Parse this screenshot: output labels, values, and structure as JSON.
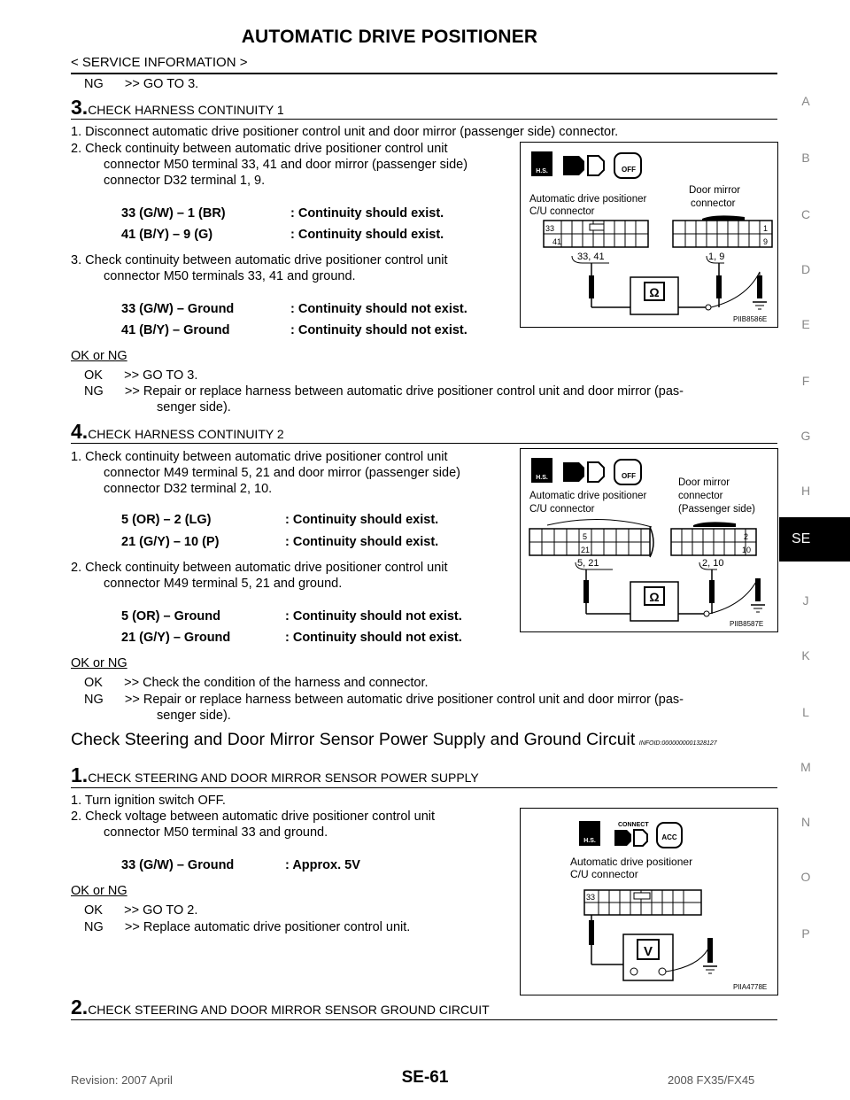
{
  "header": {
    "title": "AUTOMATIC DRIVE POSITIONER",
    "breadcrumb": "< SERVICE INFORMATION >"
  },
  "side_index": [
    "A",
    "B",
    "C",
    "D",
    "E",
    "F",
    "G",
    "H",
    "SE",
    "J",
    "K",
    "L",
    "M",
    "N",
    "O",
    "P"
  ],
  "side_active": "SE",
  "intro_ng": "NG      >> GO TO 3.",
  "step3": {
    "num": "3.",
    "title": "CHECK HARNESS CONTINUITY 1",
    "p1": "1.  Disconnect automatic drive positioner control unit and door mirror (passenger side) connector.",
    "p2a": "2.  Check continuity between automatic drive positioner control unit",
    "p2b": "connector M50 terminal 33, 41 and door mirror (passenger side)",
    "p2c": "connector D32 terminal 1, 9.",
    "spec1": [
      {
        "left": "33 (G/W) – 1 (BR)",
        "right": ": Continuity should exist."
      },
      {
        "left": "41 (B/Y) – 9 (G)",
        "right": ": Continuity should exist."
      }
    ],
    "p3a": "3.  Check continuity between automatic drive positioner control unit",
    "p3b": "connector M50 terminals 33, 41 and ground.",
    "spec2": [
      {
        "left": "33 (G/W) – Ground",
        "right": ": Continuity should not exist."
      },
      {
        "left": "41 (B/Y) – Ground",
        "right": ": Continuity should not exist."
      }
    ],
    "okng": "OK or NG",
    "ok": "OK      >> GO TO 3.",
    "ng1": "NG      >> Repair or replace harness between automatic drive positioner control unit and door mirror (pas-",
    "ng2": "senger side).",
    "fig": {
      "left_label1": "Automatic drive positioner",
      "left_label2": "C/U connector",
      "right_label1": "Door mirror",
      "right_label2": "connector",
      "pin_a": "33",
      "pin_b": "41",
      "pin_c": "1",
      "pin_d": "9",
      "lead_left": "33, 41",
      "lead_right": "1, 9",
      "meter": "Ω",
      "code": "PIIB8586E"
    }
  },
  "step4": {
    "num": "4.",
    "title": "CHECK HARNESS CONTINUITY 2",
    "p1a": "1.  Check continuity between automatic drive positioner control unit",
    "p1b": "connector M49 terminal 5, 21 and door mirror (passenger side)",
    "p1c": "connector D32 terminal 2, 10.",
    "spec1": [
      {
        "left": "5 (OR) – 2 (LG)",
        "right": ": Continuity should exist."
      },
      {
        "left": "21 (G/Y) – 10 (P)",
        "right": ": Continuity should exist."
      }
    ],
    "p2a": "2.  Check continuity between automatic drive positioner control unit",
    "p2b": "connector M49 terminal 5, 21 and ground.",
    "spec2": [
      {
        "left": "5 (OR) – Ground",
        "right": ": Continuity should not exist."
      },
      {
        "left": "21 (G/Y) – Ground",
        "right": ": Continuity should not exist."
      }
    ],
    "okng": "OK or NG",
    "ok": "OK      >> Check the condition of the harness and connector.",
    "ng1": "NG      >> Repair or replace harness between automatic drive positioner control unit and door mirror (pas-",
    "ng2": "senger side).",
    "fig": {
      "left_label1": "Automatic drive positioner",
      "left_label2": "C/U connector",
      "right_label1": "Door mirror",
      "right_label2": "connector",
      "right_label3": "(Passenger side)",
      "pin_a": "5",
      "pin_b": "21",
      "pin_c": "2",
      "pin_d": "10",
      "lead_left": "5, 21",
      "lead_right": "2, 10",
      "meter": "Ω",
      "code": "PIIB8587E"
    }
  },
  "section": {
    "title": "Check Steering and Door Mirror Sensor Power Supply and Ground Circuit",
    "infoid": "INFOID:0000000001328127"
  },
  "s1": {
    "num": "1.",
    "title": "CHECK STEERING AND DOOR MIRROR SENSOR POWER SUPPLY",
    "p1": "1.  Turn ignition switch OFF.",
    "p2a": "2.  Check voltage between automatic drive positioner control unit",
    "p2b": "connector M50 terminal 33 and ground.",
    "spec": {
      "left": "33 (G/W) – Ground",
      "right": ": Approx. 5V"
    },
    "okng": "OK or NG",
    "ok": "OK      >> GO TO 2.",
    "ng": "NG      >> Replace automatic drive positioner control unit.",
    "fig": {
      "connect": "CONNECT",
      "acc": "ACC",
      "label1": "Automatic drive positioner",
      "label2": "C/U connector",
      "pin": "33",
      "meter": "V",
      "code": "PIIA4778E"
    }
  },
  "s2": {
    "num": "2.",
    "title": "CHECK STEERING AND DOOR MIRROR SENSOR GROUND CIRCUIT"
  },
  "icons": {
    "hs": "H.S.",
    "off": "OFF"
  },
  "footer": {
    "revision": "Revision: 2007 April",
    "page": "SE-61",
    "model": "2008 FX35/FX45"
  }
}
